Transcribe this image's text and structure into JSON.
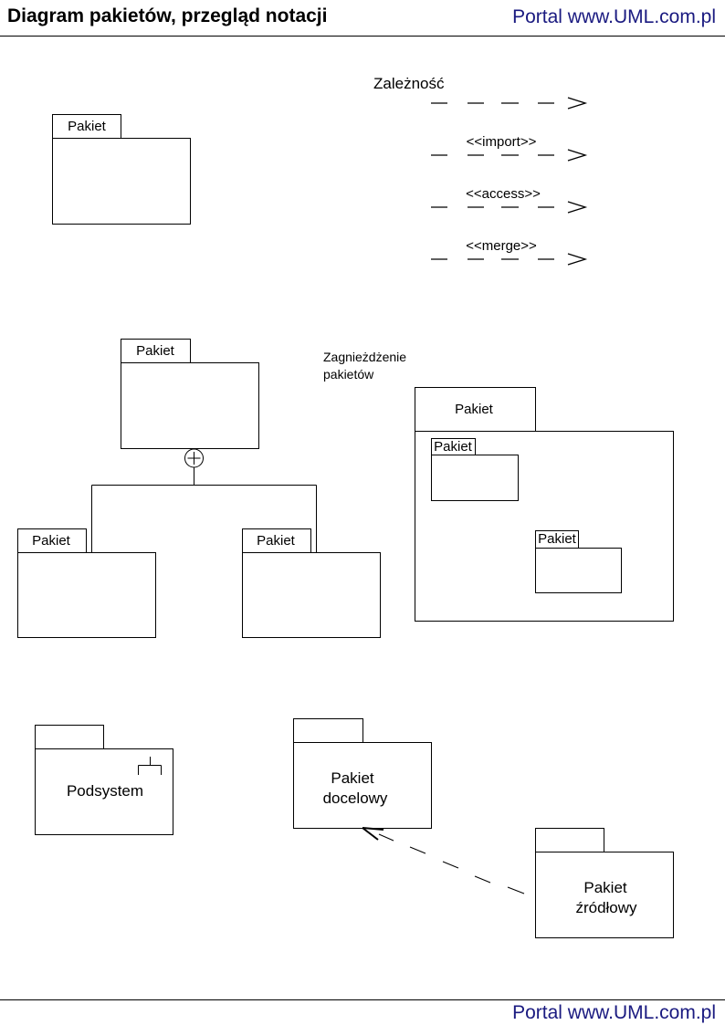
{
  "header": {
    "title": "Diagram pakietów, przegląd notacji",
    "portal": "Portal www.UML.com.pl"
  },
  "footer": {
    "portal": "Portal www.UML.com.pl"
  },
  "package_simple": {
    "label": "Pakiet"
  },
  "dependencies": {
    "title": "Zależność",
    "items": [
      {
        "label": ""
      },
      {
        "label": "<<import>>"
      },
      {
        "label": "<<access>>"
      },
      {
        "label": "<<merge>>"
      }
    ],
    "arrow_glyph": ">"
  },
  "containment": {
    "parent_label": "Pakiet",
    "child_left_label": "Pakiet",
    "child_right_label": "Pakiet",
    "symbol": "⊕"
  },
  "nesting": {
    "caption_line1": "Zagnieżdżenie",
    "caption_line2": "pakietów",
    "outer_label": "Pakiet",
    "inner1_label": "Pakiet",
    "inner2_label": "Pakiet"
  },
  "subsystem": {
    "label": "Podsystem"
  },
  "dependency_example": {
    "target_line1": "Pakiet",
    "target_line2": "docelowy",
    "source_line1": "Pakiet",
    "source_line2": "źródłowy"
  }
}
